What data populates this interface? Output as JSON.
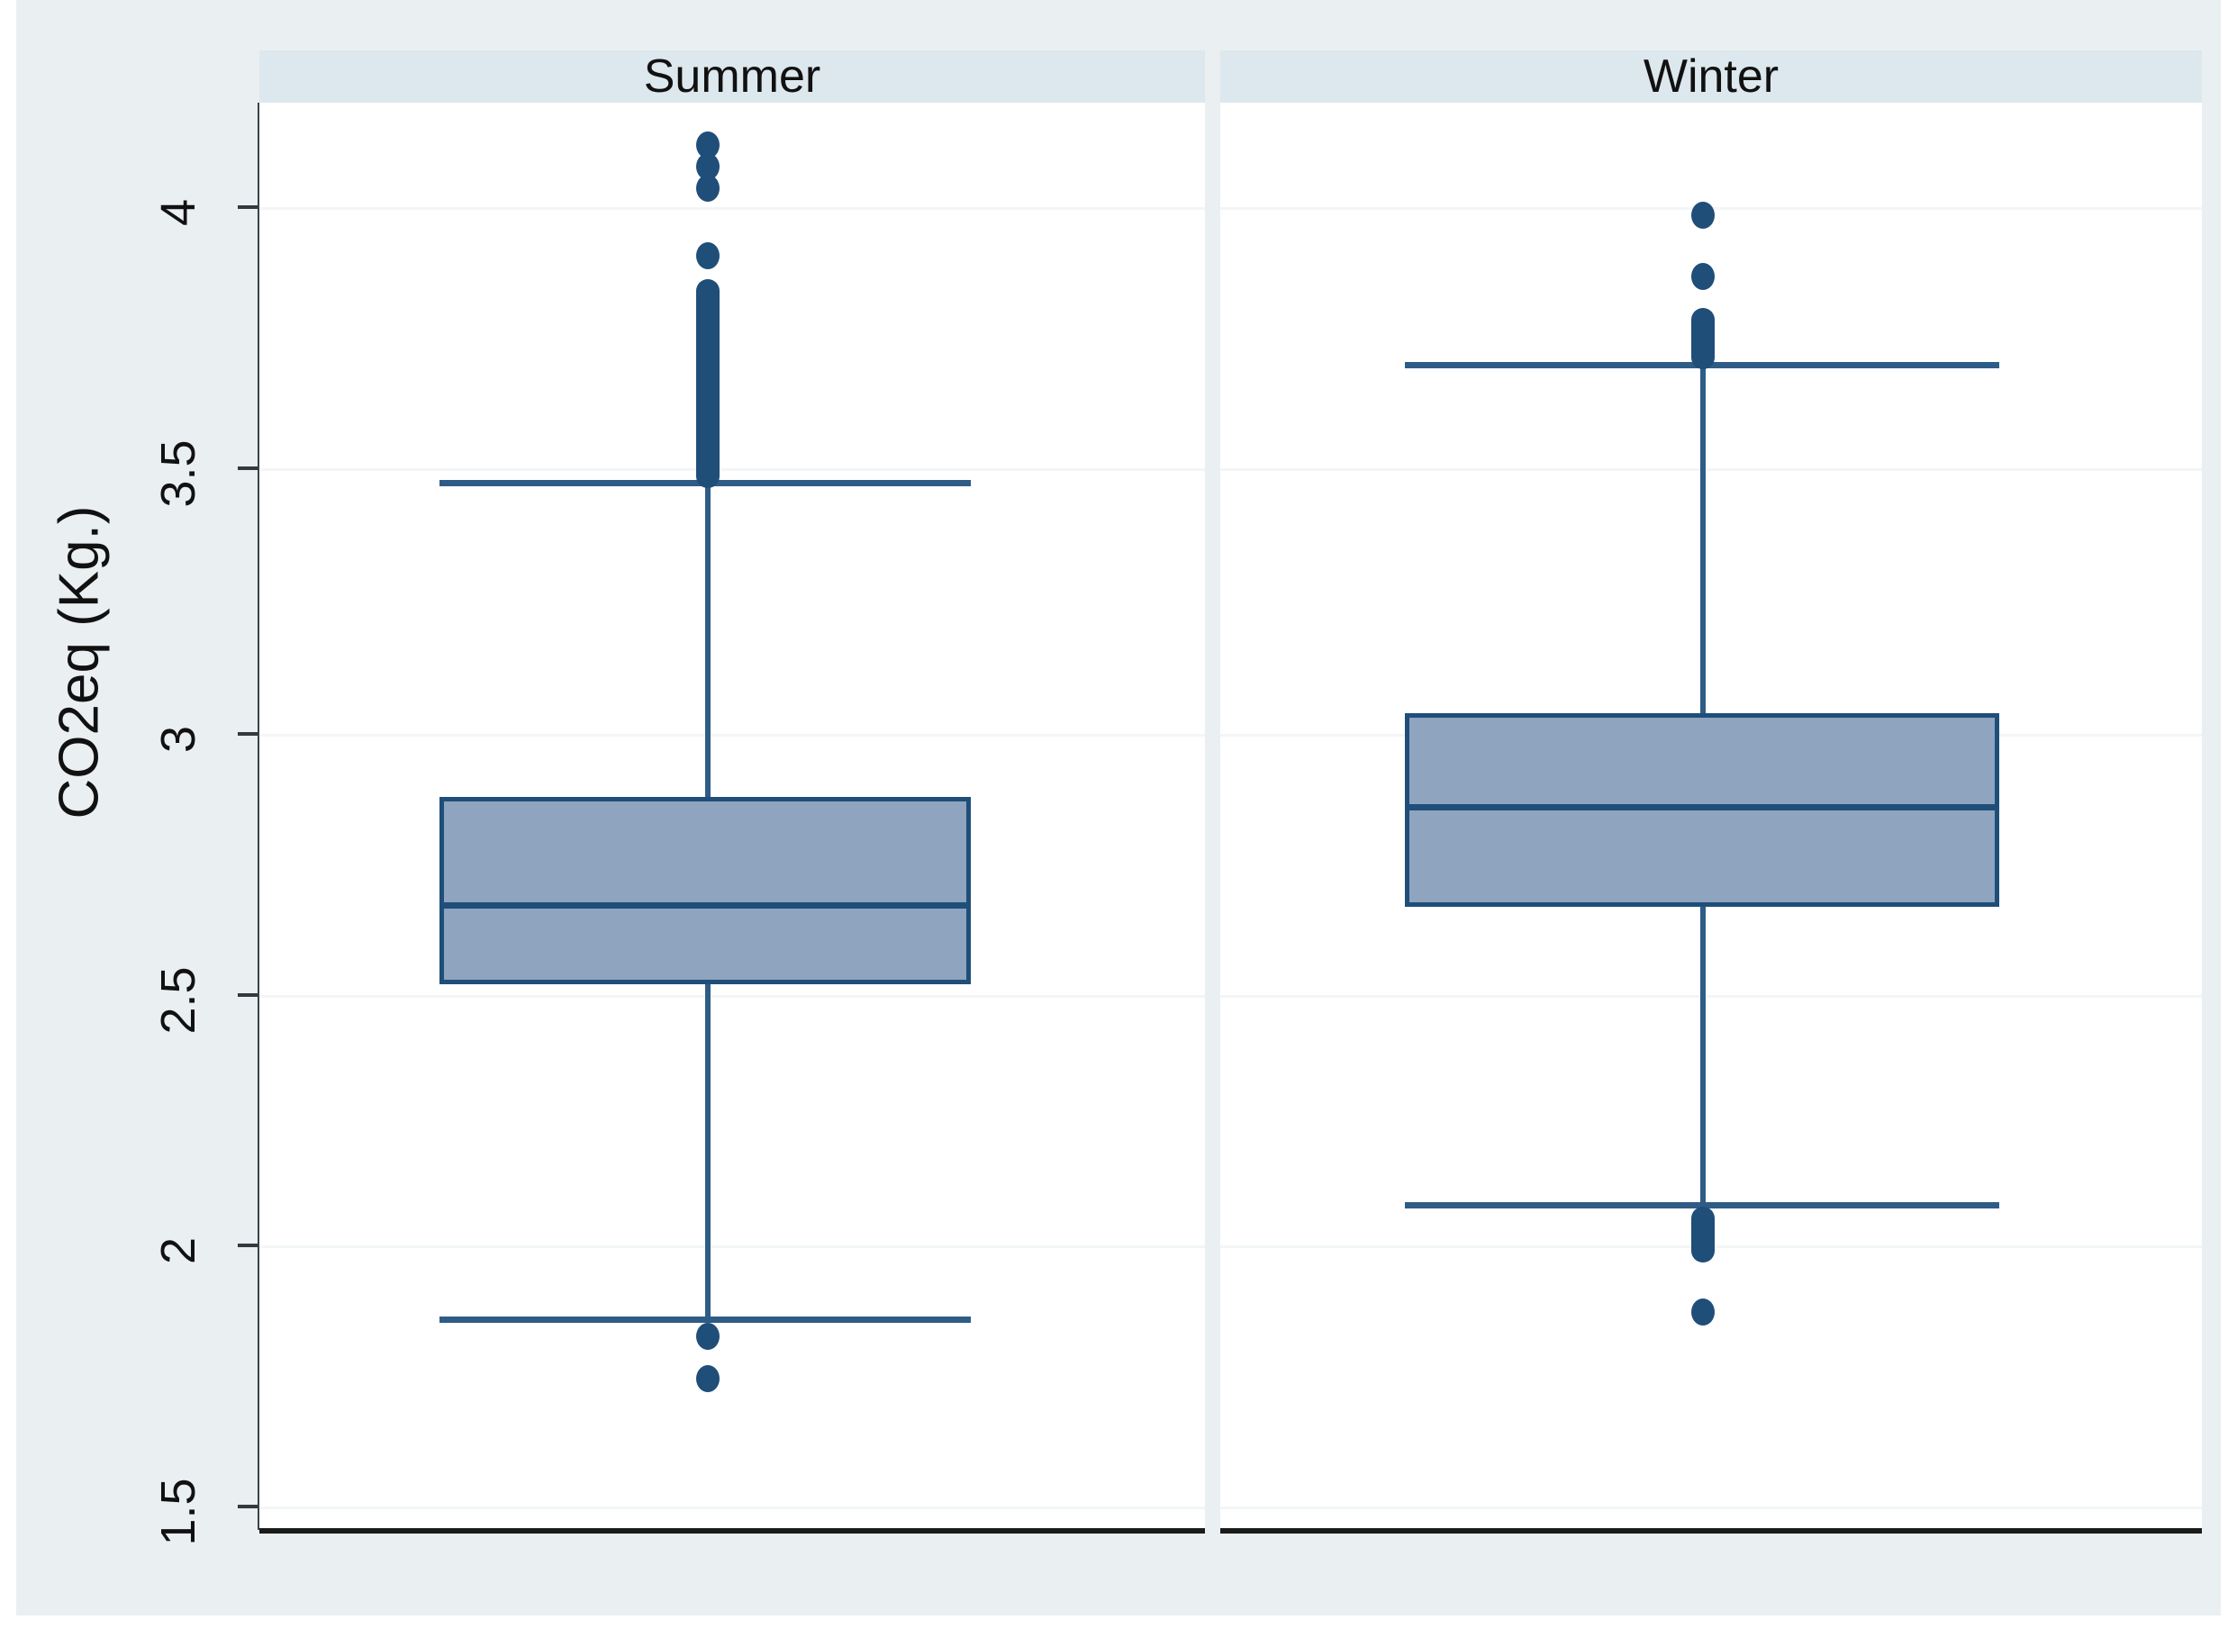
{
  "chart_data": {
    "type": "box",
    "title": "",
    "xlabel": "",
    "ylabel": "CO2eq (Kg.)",
    "ylim": [
      1.42,
      4.12
    ],
    "yticks": [
      "1.5",
      "2",
      "2.5",
      "3",
      "3.5",
      "4"
    ],
    "ytick_values": [
      1.5,
      2.0,
      2.5,
      3.0,
      3.5,
      4.0
    ],
    "grid": true,
    "legend": "none",
    "categories": [
      "Summer",
      "Winter"
    ],
    "panels": [
      {
        "label": "Summer",
        "q1": 2.44,
        "median": 2.63,
        "q3": 2.84,
        "whisker_low": 1.82,
        "whisker_high": 3.46,
        "outliers_high": [
          3.95,
          3.93,
          3.9,
          3.8,
          3.74,
          3.72,
          3.7,
          3.68,
          3.66,
          3.64,
          3.62,
          3.6,
          3.58,
          3.56,
          3.54,
          3.52,
          3.5,
          3.48,
          3.47
        ],
        "outliers_low": [
          1.79,
          1.71
        ]
      },
      {
        "label": "Winter",
        "q1": 2.62,
        "median": 2.81,
        "q3": 3.01,
        "whisker_low": 2.05,
        "whisker_high": 3.6,
        "outliers_high": [
          4.0,
          3.87,
          3.79,
          3.77,
          3.74,
          3.72,
          3.7,
          3.68,
          3.66,
          3.64,
          3.62,
          3.61
        ],
        "outliers_low": [
          2.02,
          1.99,
          1.96,
          1.84
        ]
      }
    ]
  },
  "colors": {
    "figure_background": "#eaeff1",
    "panel_background": "#ffffff",
    "header_background": "#dde7ee",
    "box_fill": "#8fa4bf",
    "box_border": "#1f4e79",
    "marker": "#1f4e79",
    "gridline": "#f2f6f8",
    "axis": "#1b1b1b",
    "text": "#111111"
  }
}
